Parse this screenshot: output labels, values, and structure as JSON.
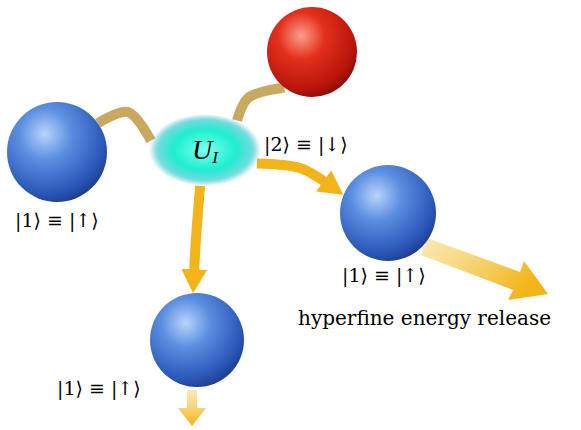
{
  "diagram": {
    "nodes": [
      {
        "text": [
          "|2⟩ ≡ |↓⟩"
        ]
      },
      {
        "text": [
          "|1⟩ ≡ |↑⟩"
        ]
      },
      {
        "text": [
          "U",
          "I"
        ]
      },
      {
        "text": [
          "|1⟩ ≡ |↑⟩"
        ]
      },
      {
        "text": [
          "|1⟩ ≡ |↑⟩"
        ]
      }
    ],
    "edges": [
      {
        "from": 1,
        "to": 2,
        "arrow": "none"
      },
      {
        "from": 0,
        "to": 2,
        "arrow": "none"
      },
      {
        "from": 2,
        "to": 3,
        "arrow": "to"
      },
      {
        "from": 2,
        "to": 4,
        "arrow": "to"
      }
    ],
    "labels": [
      "hyperfine energy release"
    ]
  }
}
